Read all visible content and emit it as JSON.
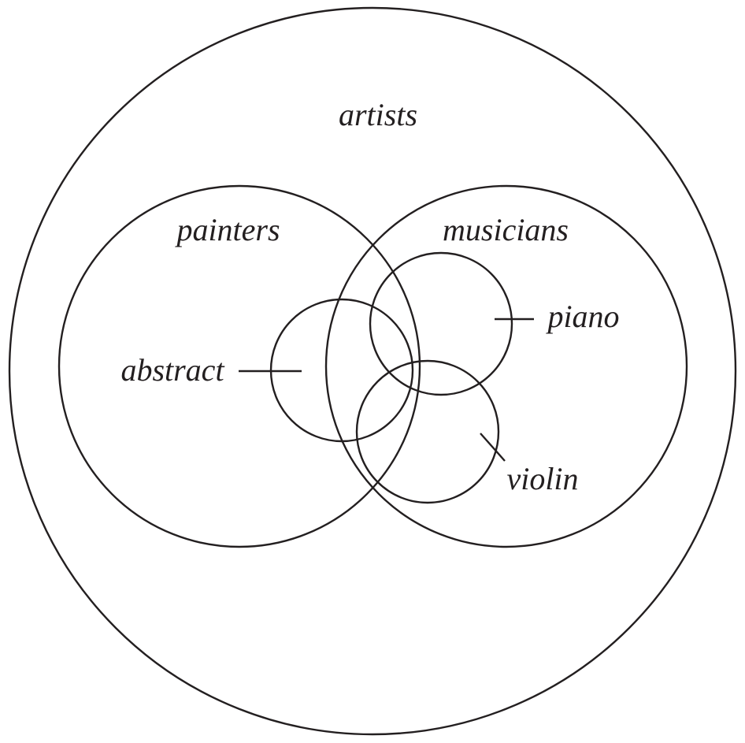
{
  "labels": {
    "artists": "artists",
    "painters": "painters",
    "musicians": "musicians",
    "abstract": "abstract",
    "piano": "piano",
    "violin": "violin"
  },
  "colors": {
    "ink": "#231f20",
    "background": "#ffffff"
  }
}
